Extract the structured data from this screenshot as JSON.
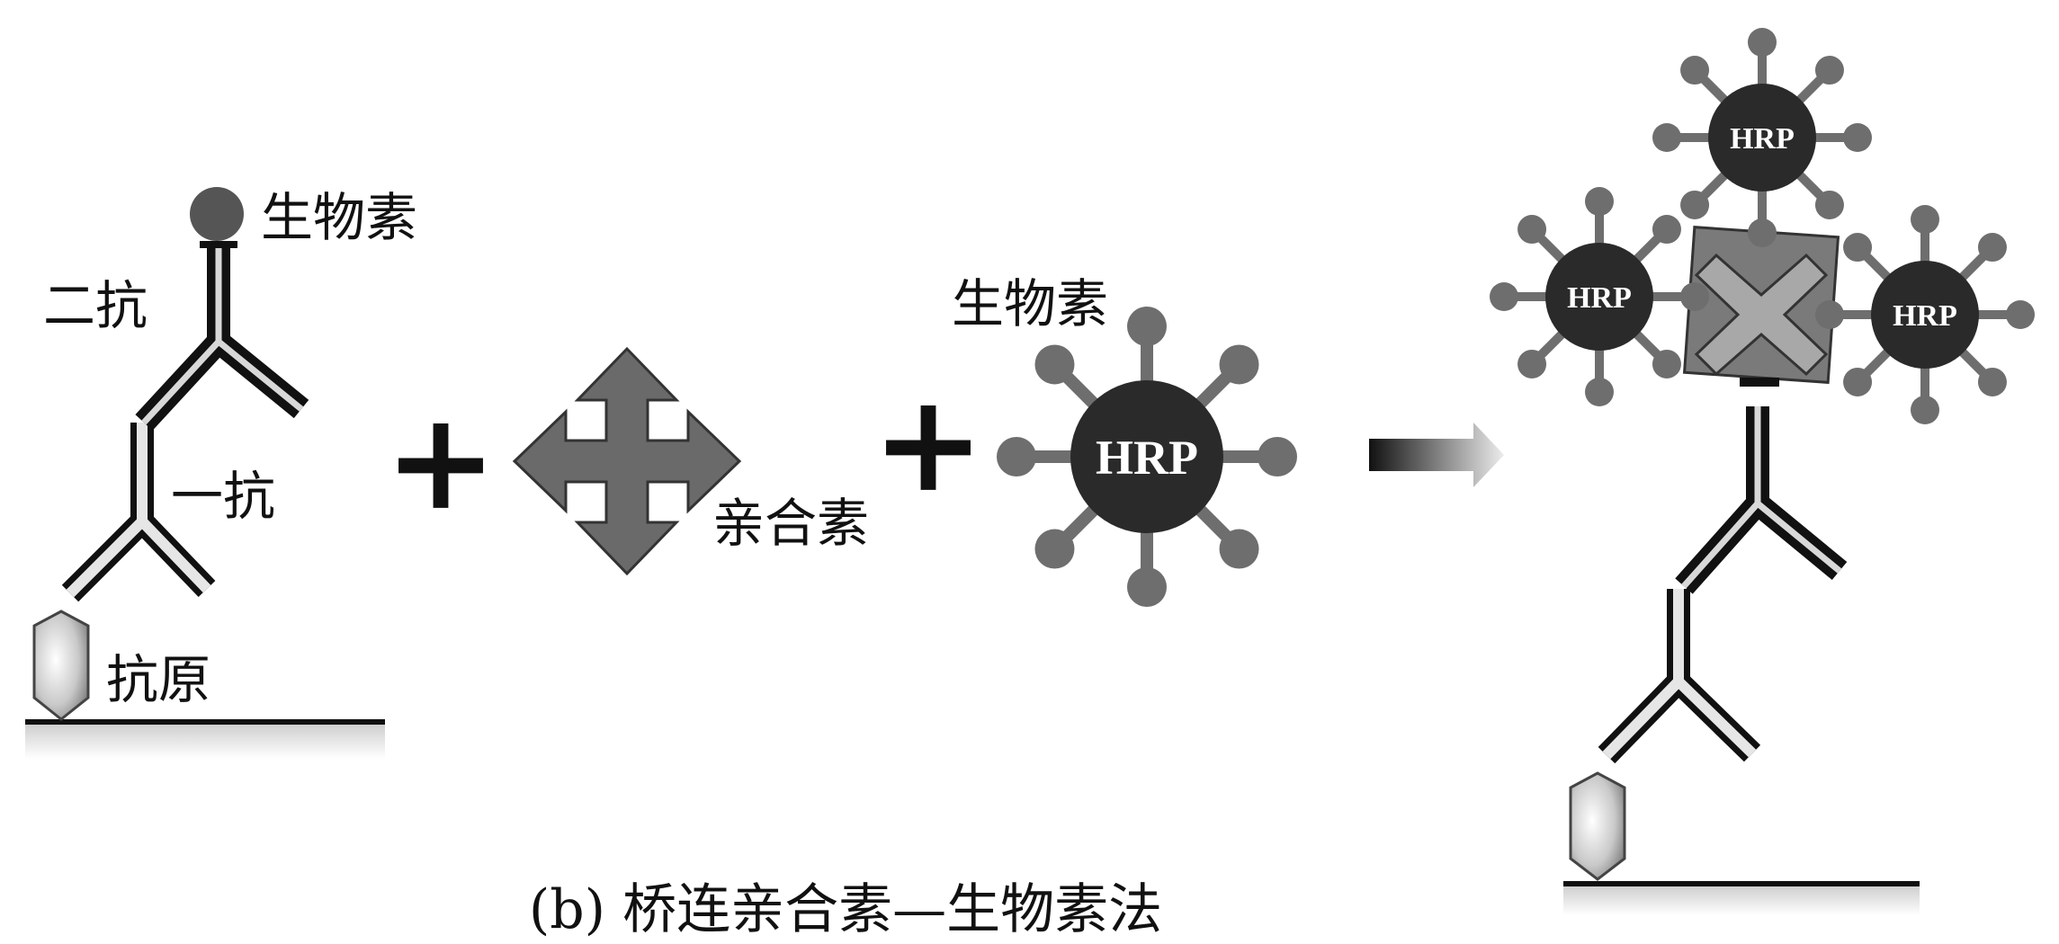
{
  "labels": {
    "biotin_top": "生物素",
    "secondary_antibody": "二抗",
    "primary_antibody": "一抗",
    "antigen": "抗原",
    "avidin": "亲合素",
    "biotin_hrp": "生物素",
    "plus": "+",
    "hrp": "HRP",
    "caption": "(b) 桥连亲合素—生物素法"
  },
  "colors": {
    "ink": "#111111",
    "hrp_core": "#2a2a2a",
    "hrp_ligand": "#6e6e6e",
    "avidin_fill": "#6a6a6a",
    "biotin_dot": "#555555",
    "antigen_fill": "#c9c9c9",
    "arrow_dark": "#111111",
    "arrow_light": "#e8e8e8"
  },
  "icons": {
    "avidin_left": "four-way-arrow-icon",
    "avidin_complex": "x-cross-icon",
    "antigen": "hexagon-antigen-icon",
    "reaction_arrow": "gradient-arrow-icon"
  }
}
